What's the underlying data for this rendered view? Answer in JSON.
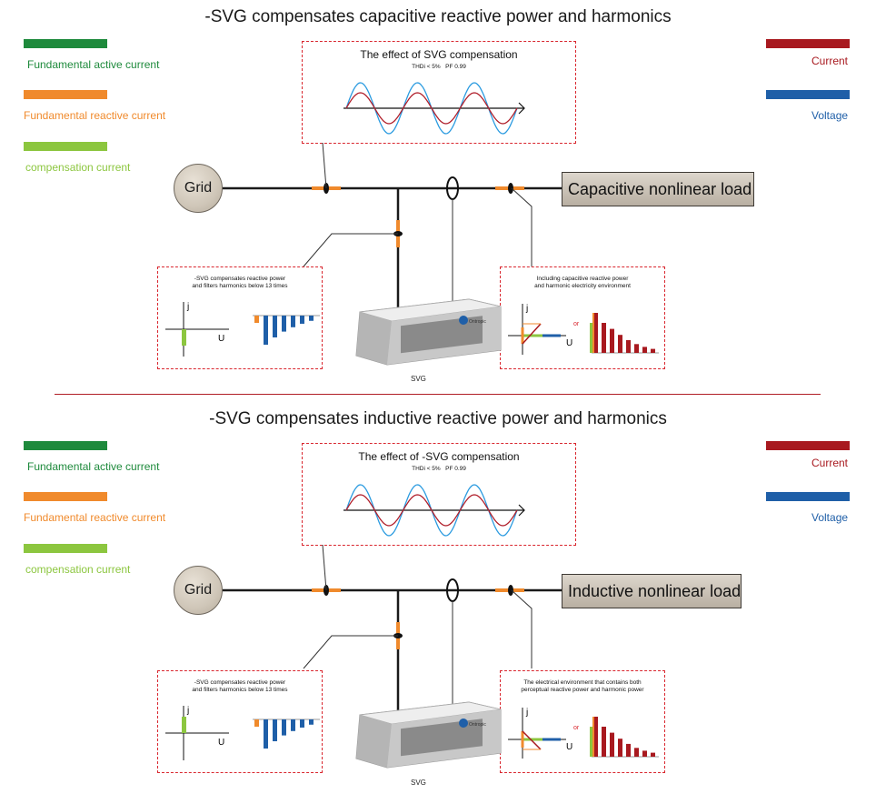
{
  "colors": {
    "active_current": "#1e8a3c",
    "reactive_current": "#f08a2c",
    "compensation_current": "#8cc63f",
    "current": "#a8191f",
    "voltage": "#1f5fa8",
    "box_border": "#d9262e",
    "line": "#1a1a1a"
  },
  "sections": [
    {
      "title": "-SVG compensates capacitive reactive power and harmonics",
      "legend_left": [
        {
          "label": "Fundamental active current",
          "color": "#1e8a3c"
        },
        {
          "label": "Fundamental reactive current",
          "color": "#f08a2c"
        },
        {
          "label": "compensation current",
          "color": "#8cc63f"
        }
      ],
      "legend_right": [
        {
          "label": "Current",
          "color": "#a8191f"
        },
        {
          "label": "Voltage",
          "color": "#1f5fa8"
        }
      ],
      "effect_box": {
        "title": "The effect of SVG compensation",
        "thd": "THDi < 5%",
        "pf": "PF  0.99"
      },
      "grid_label": "Grid",
      "load_label": "Capacitive nonlinear load",
      "left_box": {
        "line1": "-SVG compensates reactive power",
        "line2": "and filters harmonics below 13 times",
        "axis_j": "j",
        "axis_u": "U"
      },
      "right_box": {
        "line1": "Including capacitive reactive power",
        "line2": "and harmonic electricity environment",
        "axis_j": "j",
        "axis_u": "U",
        "or": "or"
      },
      "device_label": "SVG",
      "spectrum_left": [
        -0.25,
        -1.0,
        -0.75,
        -0.55,
        -0.4,
        -0.28,
        -0.18
      ],
      "spectrum_right": [
        1.0,
        0.75,
        0.6,
        0.45,
        0.32,
        0.22,
        0.15,
        0.1
      ]
    },
    {
      "title": "-SVG compensates inductive reactive power and harmonics",
      "legend_left": [
        {
          "label": "Fundamental active current",
          "color": "#1e8a3c"
        },
        {
          "label": "Fundamental reactive current",
          "color": "#f08a2c"
        },
        {
          "label": "compensation current",
          "color": "#8cc63f"
        }
      ],
      "legend_right": [
        {
          "label": "Current",
          "color": "#a8191f"
        },
        {
          "label": "Voltage",
          "color": "#1f5fa8"
        }
      ],
      "effect_box": {
        "title": "The effect of  -SVG compensation",
        "thd": "THDi < 5%",
        "pf": "PF  0.99"
      },
      "grid_label": "Grid",
      "load_label": "Inductive nonlinear load",
      "left_box": {
        "line1": "-SVG compensates reactive power",
        "line2": "and filters harmonics below 13 times",
        "axis_j": "j",
        "axis_u": "U"
      },
      "right_box": {
        "line1": "The electrical environment that contains both",
        "line2": "perceptual reactive power and harmonic power",
        "axis_j": "j",
        "axis_u": "U",
        "or": "or"
      },
      "device_label": "SVG",
      "spectrum_left": [
        -0.25,
        -1.0,
        -0.75,
        -0.55,
        -0.4,
        -0.28,
        -0.18
      ],
      "spectrum_right": [
        1.0,
        0.75,
        0.6,
        0.45,
        0.32,
        0.22,
        0.15,
        0.1
      ]
    }
  ]
}
